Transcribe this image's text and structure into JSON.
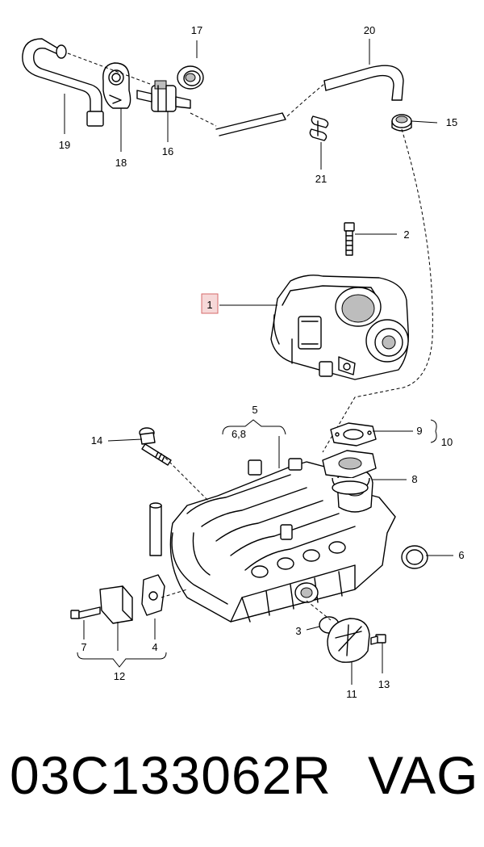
{
  "callouts": {
    "c1": "1",
    "c2": "2",
    "c3": "3",
    "c4": "4",
    "c5": "5",
    "c6": "6",
    "c68": "6,8",
    "c7": "7",
    "c8": "8",
    "c9": "9",
    "c10": "10",
    "c11": "11",
    "c12": "12",
    "c13": "13",
    "c14": "14",
    "c15": "15",
    "c16": "16",
    "c17": "17",
    "c18": "18",
    "c19": "19",
    "c20": "20",
    "c21": "21"
  },
  "footer": {
    "part_number": "03C133062R",
    "brand": "VAG"
  },
  "colors": {
    "highlight_fill": "#f6d8d8",
    "highlight_stroke": "#d66a6a"
  }
}
